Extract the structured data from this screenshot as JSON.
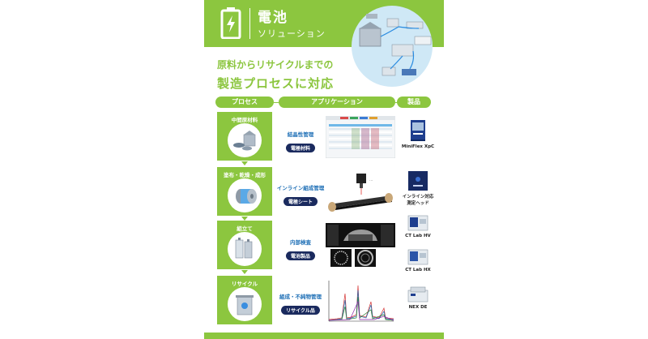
{
  "colors": {
    "green": "#8cc63f",
    "blue": "#1e6fb6",
    "navy": "#1a2a5e"
  },
  "header": {
    "title": "電池",
    "subtitle": "ソリューション",
    "icon": "battery-icon"
  },
  "headline": {
    "line1": "原料からリサイクルまでの",
    "line2": "製造プロセスに対応"
  },
  "columns": {
    "process": "プロセス",
    "application": "アプリケーション",
    "product": "製品"
  },
  "rows": [
    {
      "process": "中間原材料",
      "app_title": "結晶性管理",
      "app_tag": "電極材料",
      "products": [
        {
          "name": "MiniFlex XpC"
        }
      ]
    },
    {
      "process": "塗布・乾燥・成形",
      "app_title": "インライン組成管理",
      "app_tag": "電極シート",
      "products": [
        {
          "name": "インライン対応\n測定ヘッド"
        }
      ]
    },
    {
      "process": "組立て",
      "app_title": "内部検査",
      "app_tag": "電池製品",
      "products": [
        {
          "name": "CT Lab HV"
        },
        {
          "name": "CT Lab HX"
        }
      ]
    },
    {
      "process": "リサイクル",
      "app_title": "組成・不純物管理",
      "app_tag": "リサイクル品",
      "products": [
        {
          "name": "NEX DE"
        }
      ]
    }
  ]
}
